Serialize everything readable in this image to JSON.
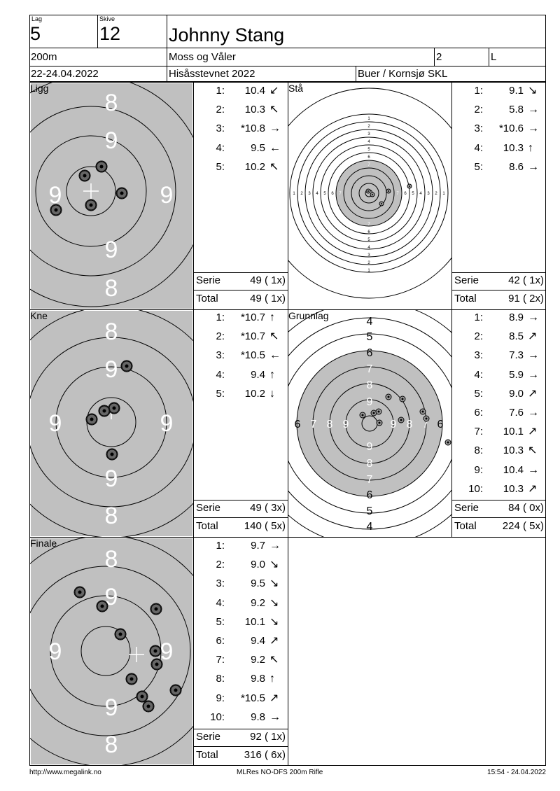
{
  "header": {
    "lag_label": "Lag",
    "lag": "5",
    "skive_label": "Skive",
    "skive": "12",
    "name": "Johnny Stang",
    "distance": "200m",
    "club": "Moss og Våler",
    "klasse_num": "2",
    "klasse": "L",
    "dates": "22-24.04.2022",
    "event": "Hisåsstevnet 2022",
    "location": "Buer / Kornsjø SKL"
  },
  "panels": [
    {
      "title": "Ligg",
      "shots": [
        {
          "n": "1:",
          "v": "10.4",
          "arrow": "↙"
        },
        {
          "n": "2:",
          "v": "10.3",
          "arrow": "↖"
        },
        {
          "n": "3:",
          "v": "*10.8",
          "arrow": "→"
        },
        {
          "n": "4:",
          "v": "9.5",
          "arrow": "←"
        },
        {
          "n": "5:",
          "v": "10.2",
          "arrow": "↖"
        }
      ],
      "serie_label": "Serie",
      "serie": "49 ( 1x)",
      "total_label": "Total",
      "total": "49 ( 1x)"
    },
    {
      "title": "Stå",
      "shots": [
        {
          "n": "1:",
          "v": "9.1",
          "arrow": "↘"
        },
        {
          "n": "2:",
          "v": "5.8",
          "arrow": "→"
        },
        {
          "n": "3:",
          "v": "*10.6",
          "arrow": "→"
        },
        {
          "n": "4:",
          "v": "10.3",
          "arrow": "↑"
        },
        {
          "n": "5:",
          "v": "8.6",
          "arrow": "→"
        }
      ],
      "serie_label": "Serie",
      "serie": "42 ( 1x)",
      "total_label": "Total",
      "total": "91 ( 2x)"
    },
    {
      "title": "Kne",
      "shots": [
        {
          "n": "1:",
          "v": "*10.7",
          "arrow": "↑"
        },
        {
          "n": "2:",
          "v": "*10.7",
          "arrow": "↖"
        },
        {
          "n": "3:",
          "v": "*10.5",
          "arrow": "←"
        },
        {
          "n": "4:",
          "v": "9.4",
          "arrow": "↑"
        },
        {
          "n": "5:",
          "v": "10.2",
          "arrow": "↓"
        }
      ],
      "serie_label": "Serie",
      "serie": "49 ( 3x)",
      "total_label": "Total",
      "total": "140 ( 5x)"
    },
    {
      "title": "Grunnlag",
      "shots": [
        {
          "n": "1:",
          "v": "8.9",
          "arrow": "→"
        },
        {
          "n": "2:",
          "v": "8.5",
          "arrow": "↗"
        },
        {
          "n": "3:",
          "v": "7.3",
          "arrow": "→"
        },
        {
          "n": "4:",
          "v": "5.9",
          "arrow": "→"
        },
        {
          "n": "5:",
          "v": "9.0",
          "arrow": "↗"
        },
        {
          "n": "6:",
          "v": "7.6",
          "arrow": "→"
        },
        {
          "n": "7:",
          "v": "10.1",
          "arrow": "↗"
        },
        {
          "n": "8:",
          "v": "10.3",
          "arrow": "↖"
        },
        {
          "n": "9:",
          "v": "10.4",
          "arrow": "→"
        },
        {
          "n": "10:",
          "v": "10.3",
          "arrow": "↗"
        }
      ],
      "serie_label": "Serie",
      "serie": "84 ( 0x)",
      "total_label": "Total",
      "total": "224 ( 5x)"
    },
    {
      "title": "Finale",
      "shots": [
        {
          "n": "1:",
          "v": "9.7",
          "arrow": "→"
        },
        {
          "n": "2:",
          "v": "9.0",
          "arrow": "↘"
        },
        {
          "n": "3:",
          "v": "9.5",
          "arrow": "↘"
        },
        {
          "n": "4:",
          "v": "9.2",
          "arrow": "↘"
        },
        {
          "n": "5:",
          "v": "10.1",
          "arrow": "↘"
        },
        {
          "n": "6:",
          "v": "9.4",
          "arrow": "↗"
        },
        {
          "n": "7:",
          "v": "9.2",
          "arrow": "↖"
        },
        {
          "n": "8:",
          "v": "9.8",
          "arrow": "↑"
        },
        {
          "n": "9:",
          "v": "*10.5",
          "arrow": "↗"
        },
        {
          "n": "10:",
          "v": "9.8",
          "arrow": "→"
        }
      ],
      "serie_label": "Serie",
      "serie": "92 ( 1x)",
      "total_label": "Total",
      "total": "316 ( 6x)"
    }
  ],
  "target_labels": {
    "close_8": "8",
    "close_9": "9",
    "sta_rings": [
      "1",
      "2",
      "3",
      "4",
      "5",
      "6",
      "7"
    ],
    "grunn_rings": [
      "4",
      "5",
      "6",
      "7",
      "8",
      "9"
    ]
  },
  "footer": {
    "url": "http://www.megalink.no",
    "program": "MLRes NO-DFS 200m Rifle",
    "timestamp": "15:54 - 24.04.2022"
  },
  "colors": {
    "target_gray": "#c0c0c0",
    "line": "#000000"
  }
}
